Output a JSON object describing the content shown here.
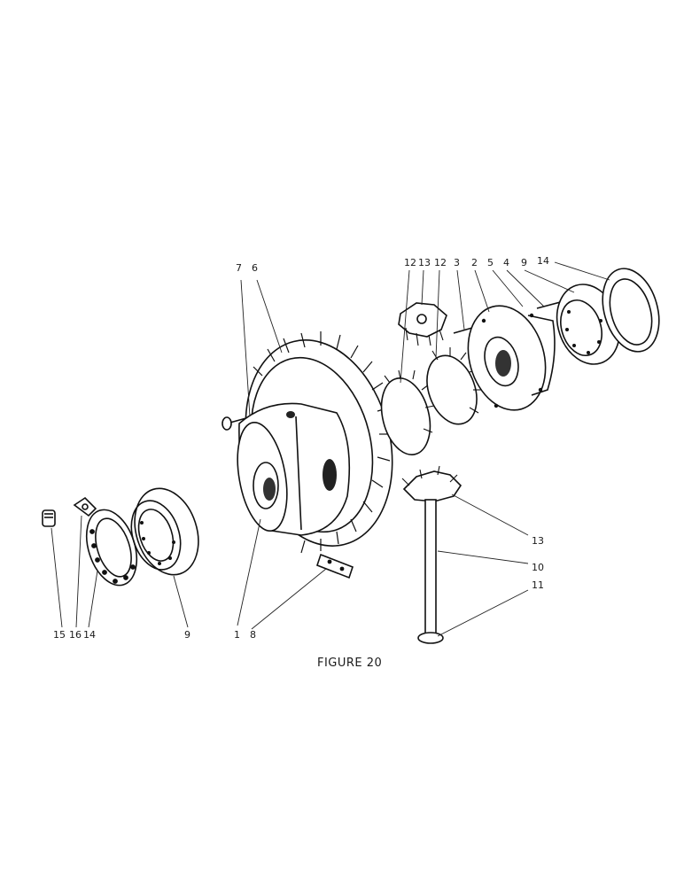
{
  "figure": {
    "caption": "FIGURE 20",
    "callouts": {
      "c7": "7",
      "c6": "6",
      "c12a": "12",
      "c13a": "13",
      "c12b": "12",
      "c3": "3",
      "c2": "2",
      "c5": "5",
      "c4": "4",
      "c9a": "9",
      "c14a": "14",
      "c13b": "13",
      "c10": "10",
      "c11": "11",
      "c15": "15",
      "c16": "16",
      "c14b": "14",
      "c9b": "9",
      "c1": "1",
      "c8": "8"
    }
  },
  "colors": {
    "ink": "#111111",
    "paper": "#ffffff"
  }
}
